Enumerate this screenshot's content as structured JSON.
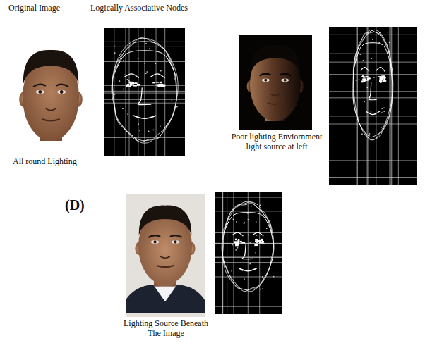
{
  "diagram": {
    "labels": [
      "Original Image",
      "Logically Associative Nodes",
      "All round Lighting",
      "Poor lighting Enviornment light source at left",
      "(D)",
      "Lighting Source Beneath The Image"
    ]
  }
}
